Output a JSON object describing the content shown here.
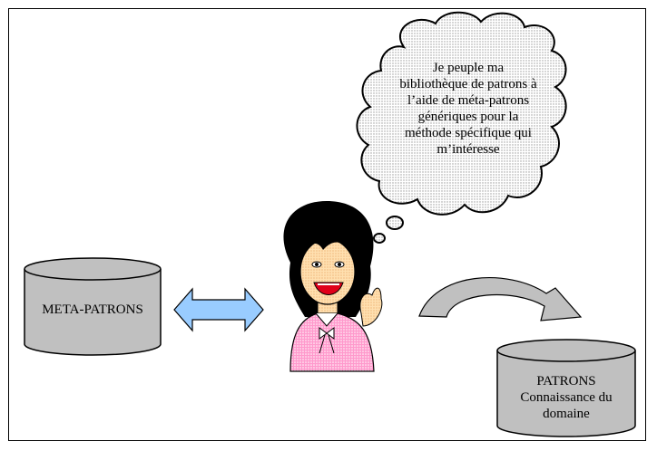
{
  "thought_bubble": {
    "text": "Je peuple ma bibliothèque de patrons à l’aide de méta-patrons génériques pour la méthode spécifique qui m’intéresse"
  },
  "left_cylinder": {
    "label": "META-PATRONS",
    "fill": "#c0c0c0"
  },
  "right_cylinder": {
    "line1": "PATRONS",
    "line2": "Connaissance du",
    "line3": "domaine",
    "fill": "#c0c0c0"
  },
  "double_arrow": {
    "fill": "#99ccff"
  },
  "curved_arrow": {
    "fill": "#c0c0c0"
  },
  "character": {
    "icon": "woman-cartoon-icon"
  }
}
